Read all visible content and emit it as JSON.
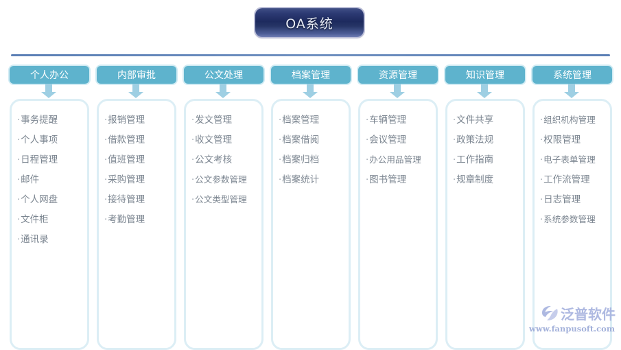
{
  "title": {
    "label": "OA系统"
  },
  "columns": [
    {
      "header": "个人办公",
      "items": [
        "事务提醒",
        "个人事项",
        "日程管理",
        "邮件",
        "个人网盘",
        "文件柜",
        "通讯录"
      ]
    },
    {
      "header": "内部审批",
      "items": [
        "报销管理",
        "借款管理",
        "值班管理",
        "采购管理",
        "接待管理",
        "考勤管理"
      ]
    },
    {
      "header": "公文处理",
      "items": [
        "发文管理",
        "收文管理",
        "公文考核",
        "公文参数管理",
        "公文类型管理"
      ]
    },
    {
      "header": "档案管理",
      "items": [
        "档案管理",
        "档案借阅",
        "档案归档",
        "档案统计"
      ]
    },
    {
      "header": "资源管理",
      "items": [
        "车辆管理",
        "会议管理",
        "办公用品管理",
        "图书管理"
      ]
    },
    {
      "header": "知识管理",
      "items": [
        "文件共享",
        "政策法规",
        "工作指南",
        "规章制度"
      ]
    },
    {
      "header": "系统管理",
      "items": [
        "组织机构管理",
        "权限管理",
        "电子表单管理",
        "工作流管理",
        "日志管理",
        "系统参数管理"
      ]
    }
  ],
  "bullet": "·",
  "watermark": {
    "name": "泛普软件",
    "url": "www.fanpusoft.com",
    "icon": "swoosh-logo-icon"
  },
  "colors": {
    "title_gradient_dark": "#1d2a5e",
    "title_gradient_light": "#6f7db3",
    "title_border": "#bcbfd8",
    "header_teal": "#5eb3cd",
    "header_glow": "#d2ecf4",
    "panel_border": "#dceef5",
    "item_text": "#7b8590",
    "divider": "#5b7fb5",
    "connector": "#9ecfe3",
    "watermark": "#aab6e0"
  }
}
